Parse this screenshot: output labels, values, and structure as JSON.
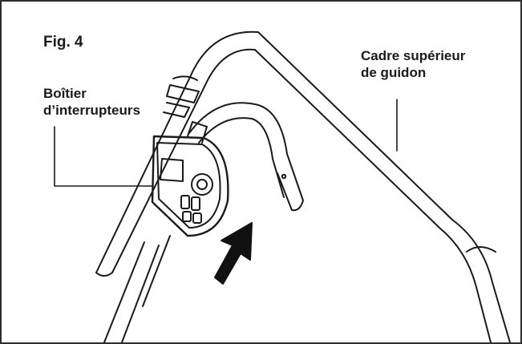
{
  "figure": {
    "title": "Fig. 4",
    "labels": {
      "switch_box": [
        "Boîtier",
        "d’interrupteurs"
      ],
      "upper_frame": [
        "Cadre supérieur",
        "de guidon"
      ]
    }
  },
  "colors": {
    "line": "#1a1a1a",
    "border": "#2e2e2e",
    "arrow": "#111111",
    "background": "#ffffff"
  },
  "icons": [
    "push-direction-arrow-icon"
  ]
}
